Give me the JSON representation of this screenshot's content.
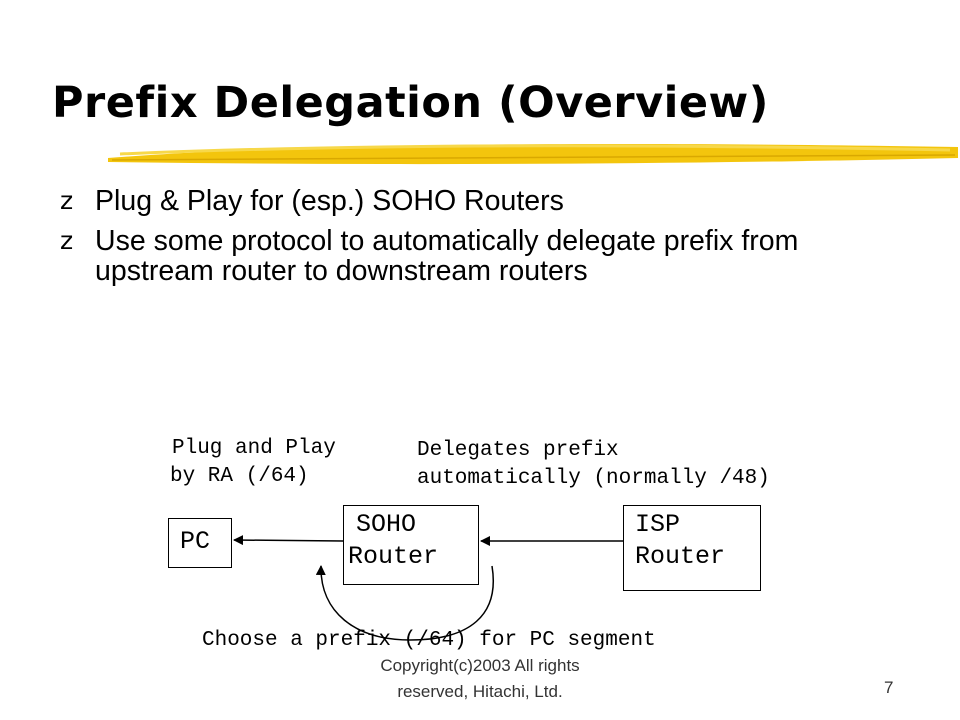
{
  "slide": {
    "title": "Prefix Delegation (Overview)",
    "bullet_glyph": "z",
    "bullets": [
      "Plug & Play for (esp.) SOHO Routers",
      "Use some protocol to automatically delegate prefix from upstream router to downstream routers"
    ]
  },
  "diagram": {
    "label_pnp_line1": "Plug and Play",
    "label_pnp_line2": "by RA (/64)",
    "label_delegate_line1": "Delegates prefix",
    "label_delegate_line2": "automatically (normally /48)",
    "pc_label": "PC",
    "soho_line1": "SOHO",
    "soho_line2": "Router",
    "isp_line1": "ISP",
    "isp_line2": "Router",
    "caption": "Choose a prefix (/64) for PC segment"
  },
  "footer": {
    "copyright_line1": "Copyright(c)2003 All rights",
    "copyright_line2": "reserved, Hitachi, Ltd.",
    "page_number": "7"
  },
  "colors": {
    "brush": "#f2c200",
    "text": "#000000"
  }
}
